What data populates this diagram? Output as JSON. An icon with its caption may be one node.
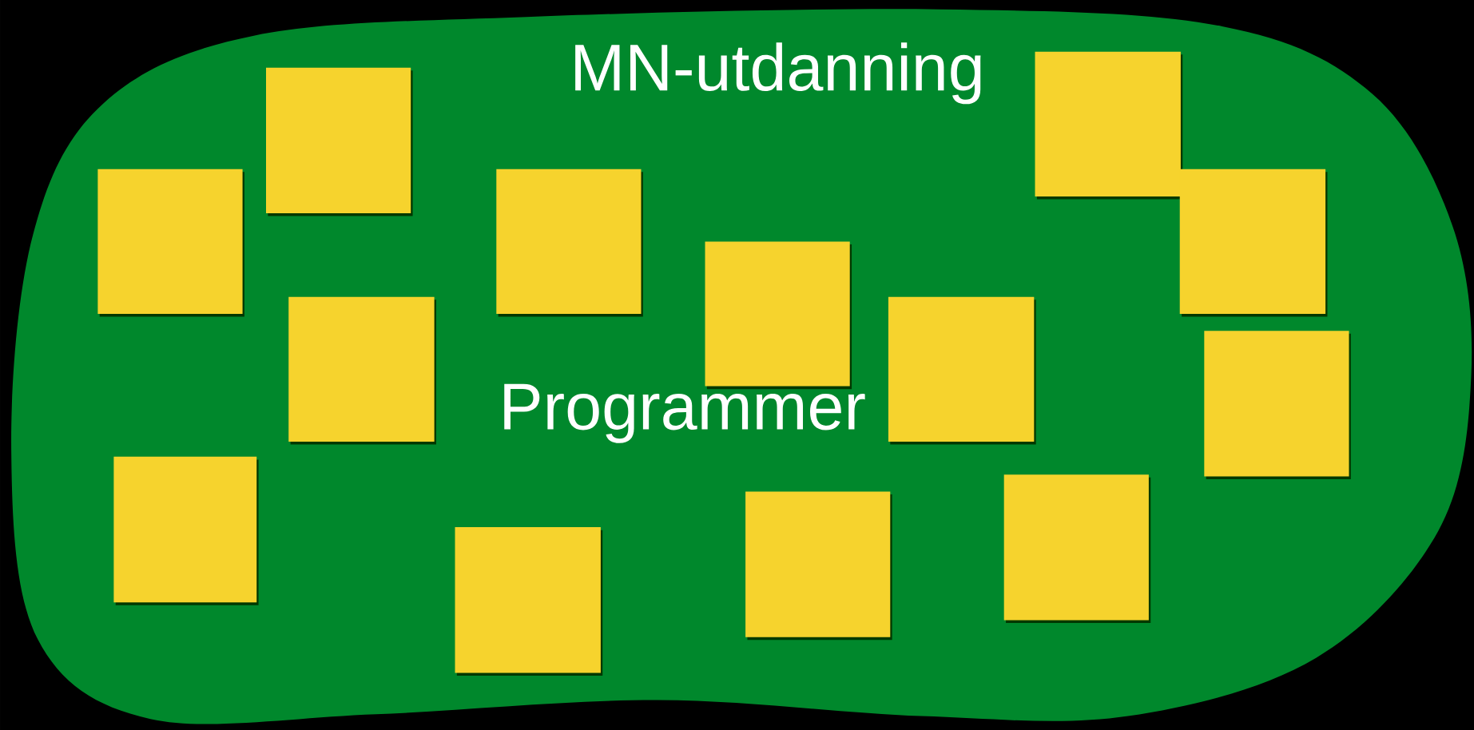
{
  "diagram": {
    "nodes": [
      {
        "text": [
          "MN-utdanning",
          "Programmer"
        ]
      },
      {
        "text": [],
        "shape": "box",
        "in": 0
      },
      {
        "text": [],
        "shape": "box",
        "in": 0
      },
      {
        "text": [],
        "shape": "box",
        "in": 0
      },
      {
        "text": [],
        "shape": "box",
        "in": 0
      },
      {
        "text": [],
        "shape": "box",
        "in": 0
      },
      {
        "text": [],
        "shape": "box",
        "in": 0
      },
      {
        "text": [],
        "shape": "box",
        "in": 0
      },
      {
        "text": [],
        "shape": "box",
        "in": 0
      },
      {
        "text": [],
        "shape": "box",
        "in": 0
      },
      {
        "text": [],
        "shape": "box",
        "in": 0
      },
      {
        "text": [],
        "shape": "box",
        "in": 0
      },
      {
        "text": [],
        "shape": "box",
        "in": 0
      },
      {
        "text": [],
        "shape": "box",
        "in": 0
      }
    ]
  }
}
